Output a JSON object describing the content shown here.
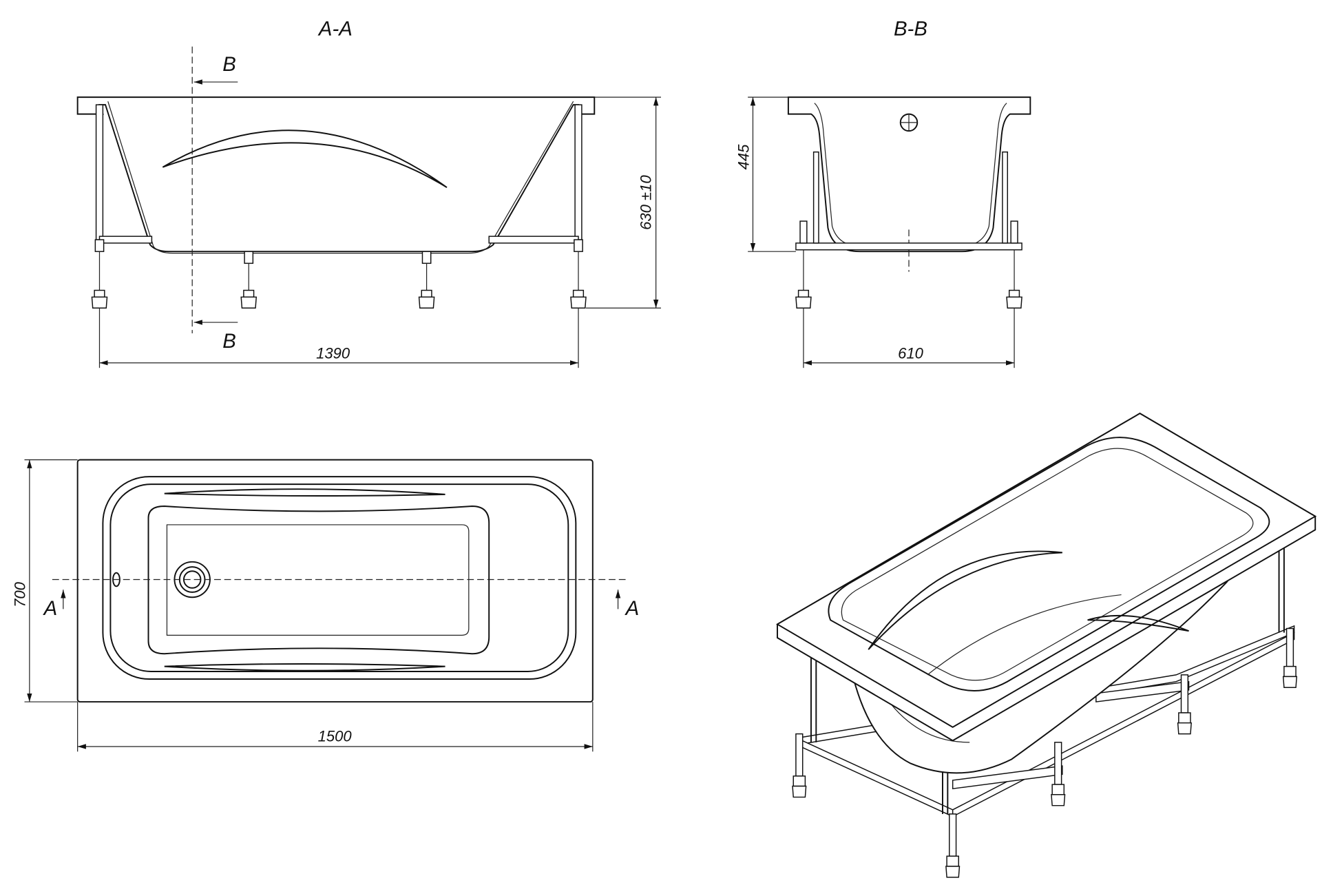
{
  "views": {
    "section_aa": {
      "title": "A-A",
      "cut_label_top": "B",
      "cut_label_bottom": "B",
      "width_dim": "1390",
      "height_dim": "630 ±10"
    },
    "section_bb": {
      "title": "B-B",
      "depth_dim": "445",
      "width_dim": "610"
    },
    "plan": {
      "length_dim": "1500",
      "width_dim": "700",
      "cut_label_left": "A",
      "cut_label_right": "A"
    },
    "isometric": {}
  },
  "colors": {
    "line": "#111111",
    "background": "#ffffff"
  }
}
